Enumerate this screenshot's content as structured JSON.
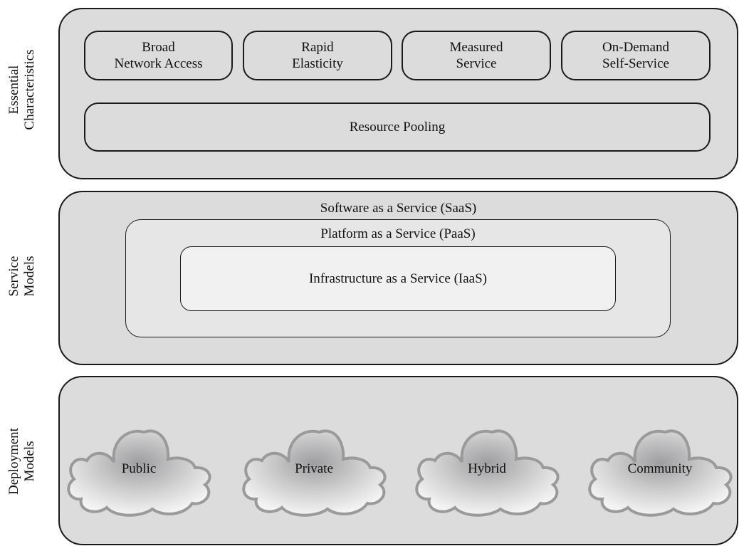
{
  "essential": {
    "label_lines": [
      "Essential",
      "Characteristics"
    ],
    "items": [
      {
        "lines": [
          "Broad",
          "Network Access"
        ]
      },
      {
        "lines": [
          "Rapid",
          "Elasticity"
        ]
      },
      {
        "lines": [
          "Measured",
          "Service"
        ]
      },
      {
        "lines": [
          "On-Demand",
          "Self-Service"
        ]
      }
    ],
    "resource_pooling": "Resource Pooling"
  },
  "service": {
    "label_lines": [
      "Service",
      "Models"
    ],
    "saas": "Software as a Service (SaaS)",
    "paas": "Platform as a Service (PaaS)",
    "iaas": "Infrastructure as a Service (IaaS)"
  },
  "deployment": {
    "label_lines": [
      "Deployment",
      "Models"
    ],
    "clouds": [
      {
        "label": "Public"
      },
      {
        "label": "Private"
      },
      {
        "label": "Hybrid"
      },
      {
        "label": "Community"
      }
    ]
  },
  "colors": {
    "panel_fill": "#dcdcdd",
    "paas_fill": "#e6e6e7",
    "iaas_fill": "#f1f1f1",
    "outline": "#1a1a1a",
    "cloud_outline": "#9a9a9a"
  }
}
